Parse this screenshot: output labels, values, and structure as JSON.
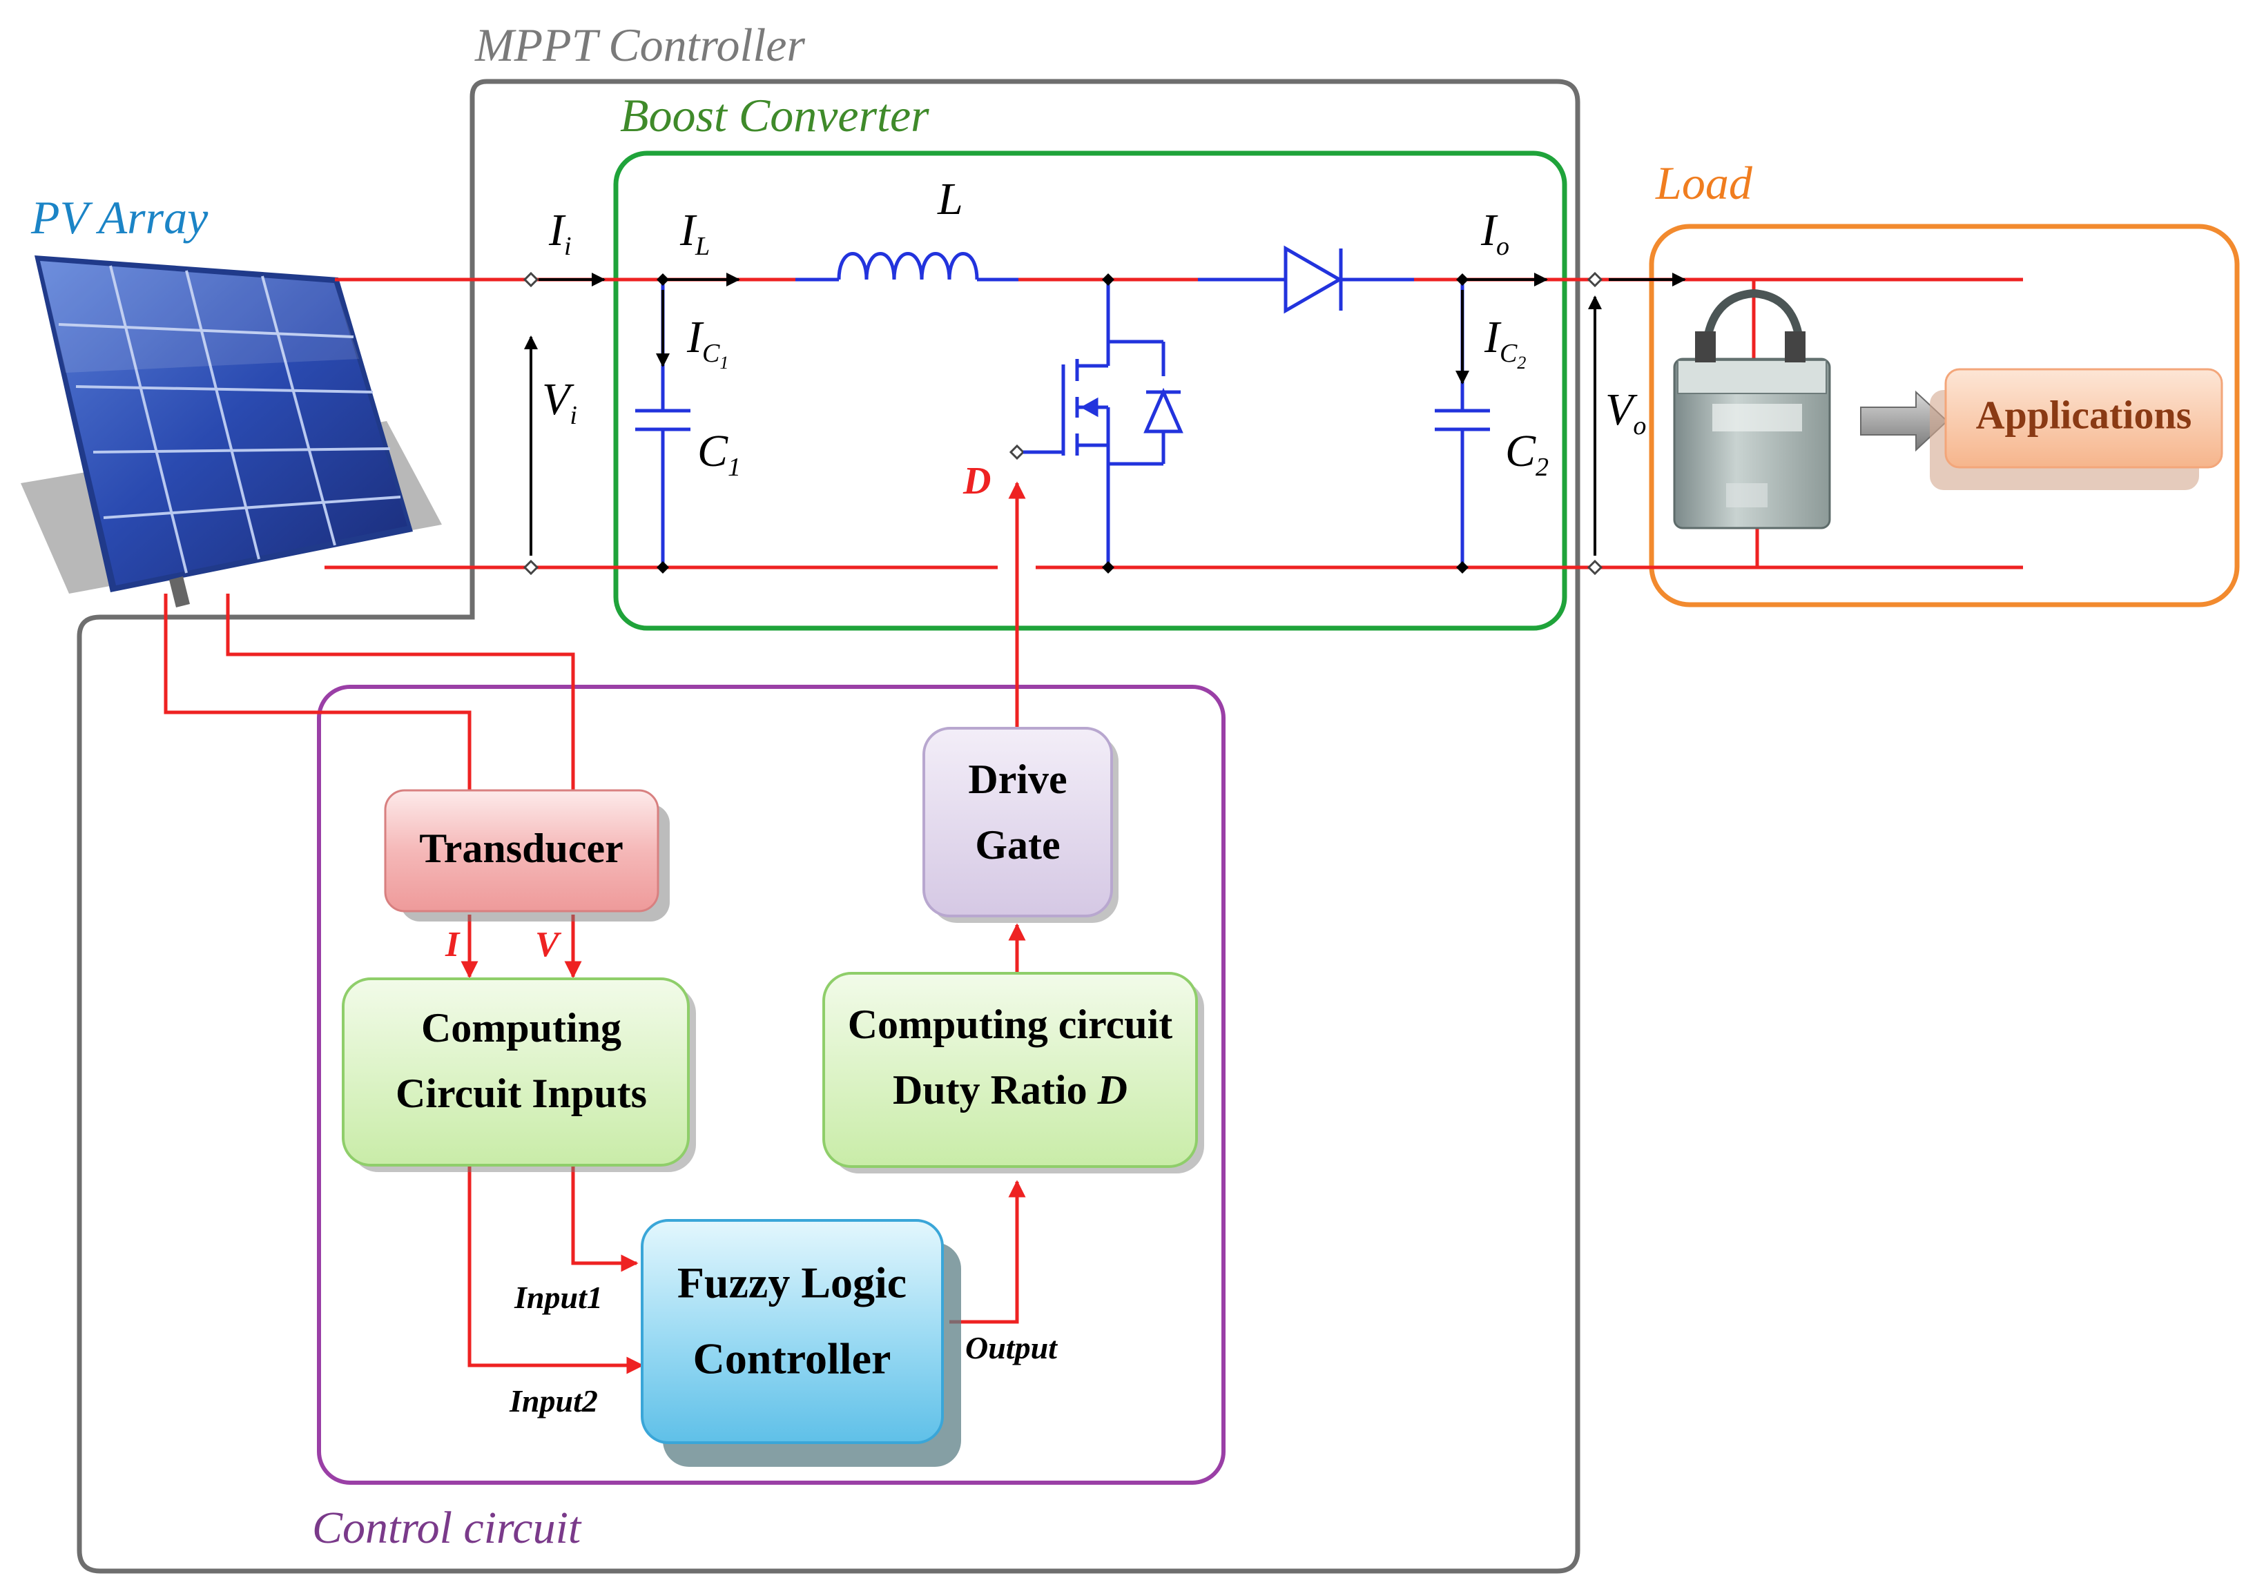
{
  "regions": {
    "mppt": "MPPT Controller",
    "boost": "Boost Converter",
    "load": "Load",
    "pv": "PV Array",
    "control": "Control circuit"
  },
  "blocks": {
    "transducer": "Transducer",
    "drive_gate": [
      "Drive",
      "Gate"
    ],
    "computing_inputs": [
      "Computing",
      "Circuit Inputs"
    ],
    "computing_duty": [
      "Computing circuit",
      "Duty Ratio "
    ],
    "computing_duty_symbol": "D",
    "fuzzy": [
      "Fuzzy Logic",
      "Controller"
    ],
    "applications": "Applications"
  },
  "signals": {
    "i": "I",
    "v": "V",
    "d": "D",
    "input1": "Input1",
    "input2": "Input2",
    "output": "Output"
  },
  "circuit": {
    "ii": "I",
    "ii_sub": "i",
    "il": "I",
    "il_sub": "L",
    "io": "I",
    "io_sub": "o",
    "ic1": "I",
    "ic1_sub": "C",
    "ic1_subsub": "1",
    "ic2": "I",
    "ic2_sub": "C",
    "ic2_subsub": "2",
    "vi": "V",
    "vi_sub": "i",
    "vo": "V",
    "vo_sub": "o",
    "l": "L",
    "c1": "C",
    "c1_sub": "1",
    "c2": "C",
    "c2_sub": "2"
  },
  "colors": {
    "mppt": "#6e6e6e",
    "boost": "#1fa33a",
    "load": "#f28a2e",
    "control": "#9a3fa6",
    "wire_red": "#ee2222",
    "wire_blue": "#2233dd",
    "pv_label": "#1b84c6",
    "boost_label": "#3f8a2a",
    "load_label": "#f07d1f",
    "control_label": "#7a3a8a"
  }
}
